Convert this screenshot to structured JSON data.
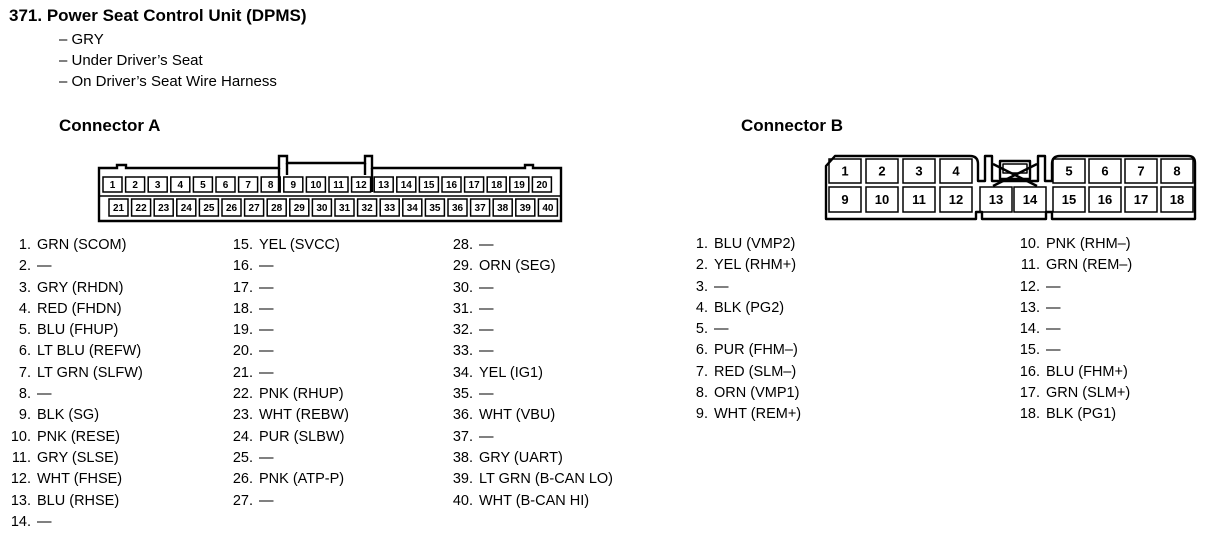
{
  "header": {
    "number": "371.",
    "name": "Power Seat Control Unit (DPMS)",
    "details": [
      "– GRY",
      "– Under Driver’s Seat",
      "– On Driver’s Seat Wire Harness"
    ]
  },
  "connector_a": {
    "title": "Connector A",
    "top_row": [
      "1",
      "2",
      "3",
      "4",
      "5",
      "6",
      "7",
      "8",
      "9",
      "10",
      "11",
      "12",
      "13",
      "14",
      "15",
      "16",
      "17",
      "18",
      "19",
      "20"
    ],
    "bottom_row": [
      "21",
      "22",
      "23",
      "24",
      "25",
      "26",
      "27",
      "28",
      "29",
      "30",
      "31",
      "32",
      "33",
      "34",
      "35",
      "36",
      "37",
      "38",
      "39",
      "40"
    ],
    "pins": [
      {
        "num": "1.",
        "label": "GRN (SCOM)"
      },
      {
        "num": "2.",
        "label": "—"
      },
      {
        "num": "3.",
        "label": "GRY (RHDN)"
      },
      {
        "num": "4.",
        "label": "RED (FHDN)"
      },
      {
        "num": "5.",
        "label": "BLU (FHUP)"
      },
      {
        "num": "6.",
        "label": "LT BLU (REFW)"
      },
      {
        "num": "7.",
        "label": "LT GRN (SLFW)"
      },
      {
        "num": "8.",
        "label": "—"
      },
      {
        "num": "9.",
        "label": "BLK (SG)"
      },
      {
        "num": "10.",
        "label": "PNK (RESE)"
      },
      {
        "num": "11.",
        "label": "GRY (SLSE)"
      },
      {
        "num": "12.",
        "label": "WHT (FHSE)"
      },
      {
        "num": "13.",
        "label": "BLU (RHSE)"
      },
      {
        "num": "14.",
        "label": "—"
      },
      {
        "num": "15.",
        "label": "YEL (SVCC)"
      },
      {
        "num": "16.",
        "label": "—"
      },
      {
        "num": "17.",
        "label": "—"
      },
      {
        "num": "18.",
        "label": "—"
      },
      {
        "num": "19.",
        "label": "—"
      },
      {
        "num": "20.",
        "label": "—"
      },
      {
        "num": "21.",
        "label": "—"
      },
      {
        "num": "22.",
        "label": "PNK (RHUP)"
      },
      {
        "num": "23.",
        "label": "WHT (REBW)"
      },
      {
        "num": "24.",
        "label": "PUR (SLBW)"
      },
      {
        "num": "25.",
        "label": "—"
      },
      {
        "num": "26.",
        "label": "PNK (ATP-P)"
      },
      {
        "num": "27.",
        "label": "—"
      },
      {
        "num": "28.",
        "label": "—"
      },
      {
        "num": "29.",
        "label": "ORN (SEG)"
      },
      {
        "num": "30.",
        "label": "—"
      },
      {
        "num": "31.",
        "label": "—"
      },
      {
        "num": "32.",
        "label": "—"
      },
      {
        "num": "33.",
        "label": "—"
      },
      {
        "num": "34.",
        "label": "YEL (IG1)"
      },
      {
        "num": "35.",
        "label": "—"
      },
      {
        "num": "36.",
        "label": "WHT (VBU)"
      },
      {
        "num": "37.",
        "label": "—"
      },
      {
        "num": "38.",
        "label": "GRY (UART)"
      },
      {
        "num": "39.",
        "label": "LT GRN (B-CAN LO)"
      },
      {
        "num": "40.",
        "label": "WHT (B-CAN HI)"
      }
    ]
  },
  "connector_b": {
    "title": "Connector B",
    "top_row": [
      "1",
      "2",
      "3",
      "4",
      "5",
      "6",
      "7",
      "8"
    ],
    "bottom_row": [
      "9",
      "10",
      "11",
      "12",
      "13",
      "14",
      "15",
      "16",
      "17",
      "18"
    ],
    "pins": [
      {
        "num": "1.",
        "label": "BLU (VMP2)"
      },
      {
        "num": "2.",
        "label": "YEL (RHM+)"
      },
      {
        "num": "3.",
        "label": "—"
      },
      {
        "num": "4.",
        "label": "BLK (PG2)"
      },
      {
        "num": "5.",
        "label": "—"
      },
      {
        "num": "6.",
        "label": "PUR (FHM–)"
      },
      {
        "num": "7.",
        "label": "RED (SLM–)"
      },
      {
        "num": "8.",
        "label": "ORN (VMP1)"
      },
      {
        "num": "9.",
        "label": "WHT (REM+)"
      },
      {
        "num": "10.",
        "label": "PNK (RHM–)"
      },
      {
        "num": "11.",
        "label": "GRN (REM–)"
      },
      {
        "num": "12.",
        "label": "—"
      },
      {
        "num": "13.",
        "label": "—"
      },
      {
        "num": "14.",
        "label": "—"
      },
      {
        "num": "15.",
        "label": "—"
      },
      {
        "num": "16.",
        "label": "BLU (FHM+)"
      },
      {
        "num": "17.",
        "label": "GRN (SLM+)"
      },
      {
        "num": "18.",
        "label": "BLK (PG1)"
      }
    ]
  }
}
